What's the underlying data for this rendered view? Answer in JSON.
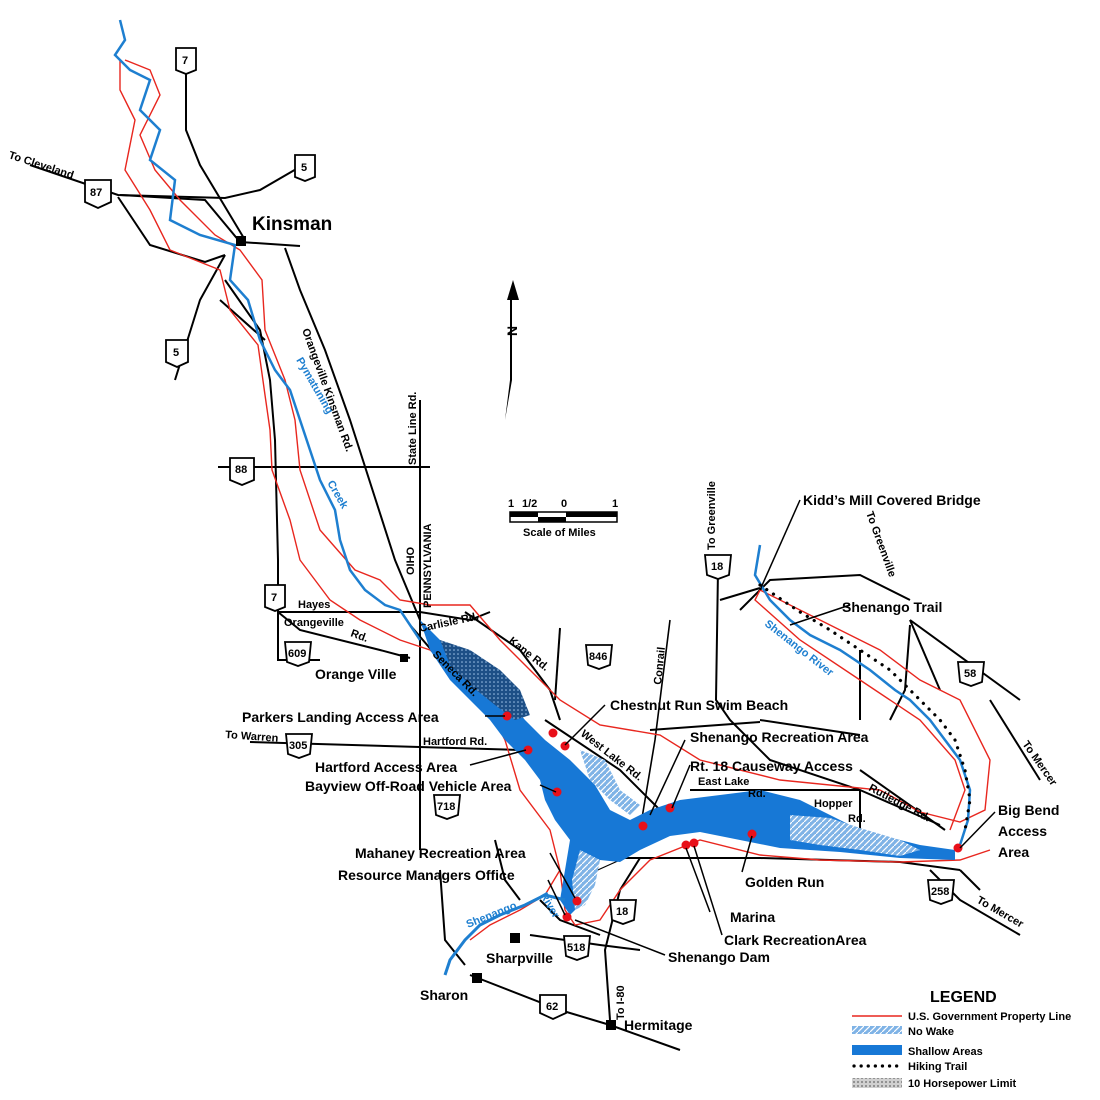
{
  "towns": {
    "kinsman": "Kinsman",
    "orange_ville": "Orange Ville",
    "sharpville": "Sharpville",
    "sharon": "Sharon",
    "hermitage": "Hermitage"
  },
  "sites": {
    "kidds_mill": "Kidd’s Mill Covered Bridge",
    "shenango_trail": "Shenango Trail",
    "chestnut_run": "Chestnut Run Swim Beach",
    "parkers_landing": "Parkers Landing Access Area",
    "shenango_rec": "Shenango Recreation Area",
    "hartford_access": "Hartford Access Area",
    "rt18_causeway": "Rt. 18 Causeway Access",
    "bayview": "Bayview Off-Road Vehicle Area",
    "big_bend_1": "Big Bend",
    "big_bend_2": "Access",
    "big_bend_3": "Area",
    "mahaney": "Mahaney Recreation Area",
    "resource_office": "Resource Managers Office",
    "golden_run": "Golden Run",
    "marina": "Marina",
    "clark": "Clark RecreationArea",
    "shenango_dam": "Shenango Dam"
  },
  "roads": {
    "to_cleveland": "To Cleveland",
    "orangeville_kinsman": "Orangeville Kinsman Rd.",
    "state_line": "State Line Rd.",
    "ohio": "OIHO",
    "pennsylvania": "PENNSYLVANIA",
    "hayes": "Hayes",
    "orangeville_rd_1": "Orangeville",
    "orangeville_rd_2": "Rd.",
    "carlisle": "Carlisle Rd.",
    "kane": "Kane Rd.",
    "seneca": "Seneca Rd.",
    "conrail": "Conrail",
    "to_greenville_1": "To Greenville",
    "to_greenville_2": "To Greenville",
    "to_warren": "To Warren",
    "hartford_rd": "Hartford Rd.",
    "west_lake": "West Lake Rd.",
    "east_lake_1": "East Lake",
    "east_lake_2": "Rd.",
    "hopper_1": "Hopper",
    "hopper_2": "Rd.",
    "rutledge": "Rutledge Rd.",
    "to_mercer_1": "To Mercer",
    "to_mercer_2": "To Mercer",
    "to_i80": "To I-80"
  },
  "waterways": {
    "pymatuning": "Pymatuning",
    "creek": "Creek",
    "shenango_river_upper": "Shenango River",
    "shenango_river_lower_1": "Shenango",
    "shenango_river_lower_2": "River"
  },
  "shields": {
    "oh7_top": "7",
    "oh5_top": "5",
    "us87": "87",
    "oh5_mid": "5",
    "oh88": "88",
    "oh7_mid": "7",
    "pa609": "609",
    "pa305": "305",
    "pa846": "846",
    "pa18_top": "18",
    "pa58": "58",
    "pa718": "718",
    "pa18_low": "18",
    "pa518": "518",
    "pa258": "258",
    "us62": "62"
  },
  "scale": {
    "tick_1": "1",
    "tick_half": "1/2",
    "tick_0": "0",
    "tick_r1": "1",
    "caption": "Scale of Miles"
  },
  "north": "N",
  "legend": {
    "title": "LEGEND",
    "items": [
      "U.S. Government Property Line",
      "No Wake",
      "Shallow Areas",
      "Hiking Trail",
      "10 Horsepower Limit"
    ]
  },
  "colors": {
    "property_line": "#e8271f",
    "river": "#1e7fd0",
    "shallow": "#1778d6",
    "no_wake": "#7fb3e6",
    "hp_limit": "#1d4f86",
    "access_point": "#e8101a"
  }
}
